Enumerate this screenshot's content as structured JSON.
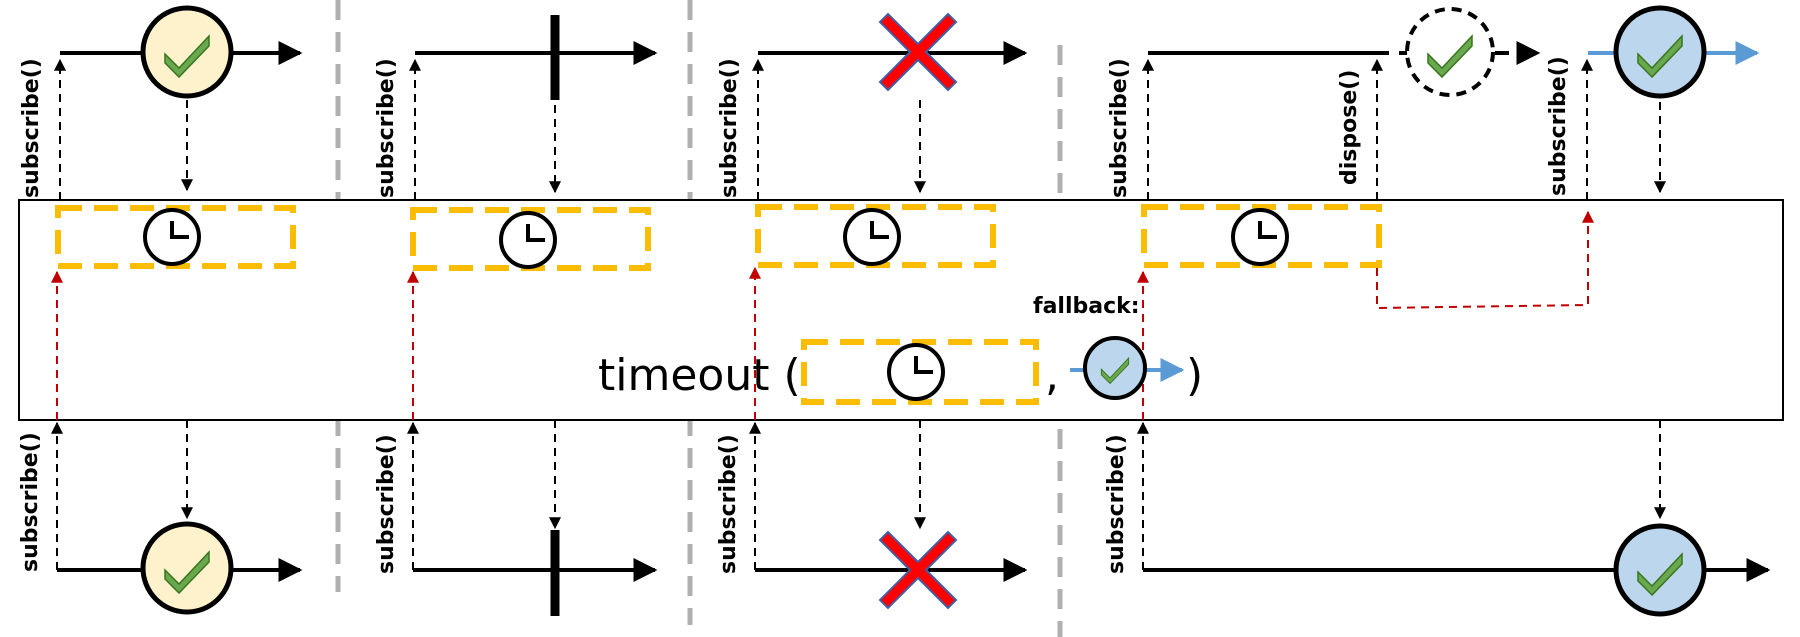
{
  "operator": {
    "name": "timeout (",
    "comma": ",",
    "close_paren": ")",
    "fallback_label": "fallback:"
  },
  "labels": {
    "subscribe": "subscribe()",
    "dispose": "dispose()"
  },
  "scenarios": [
    {
      "id": "success-in-time",
      "upstream": "success",
      "downstream": "success"
    },
    {
      "id": "complete-in-time",
      "upstream": "complete",
      "downstream": "complete"
    },
    {
      "id": "error-in-time",
      "upstream": "error",
      "downstream": "error"
    },
    {
      "id": "timeout-fallback",
      "upstream": "success-after-timeout",
      "downstream": "fallback-success"
    }
  ],
  "colors": {
    "success_fill": "#fdf2cc",
    "fallback_fill": "#bcd6ee",
    "check": "#6aa84f",
    "check_outline": "#38761d",
    "error_fill": "#ff0000",
    "error_outline": "#3d5fa8",
    "timer_box": "#fbbc04",
    "dashed_red": "#c00000",
    "divider": "#b0b0b0",
    "arrow_blue": "#5b9bd5"
  },
  "icons": [
    "check-icon",
    "error-x-icon",
    "clock-icon",
    "complete-bar-icon"
  ]
}
